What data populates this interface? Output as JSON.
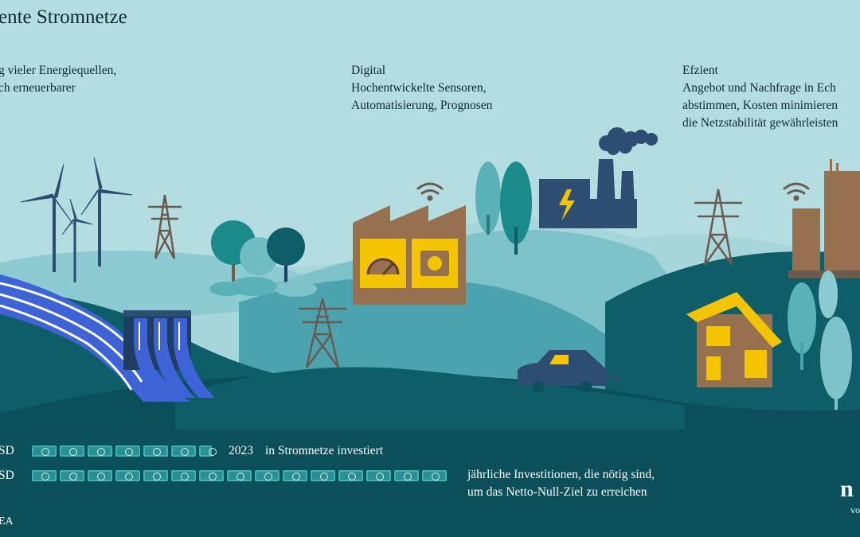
{
  "title": "ente Stromnetze",
  "columns": [
    {
      "lines": [
        "",
        "g vieler Energiequellen,",
        "ch erneuerbarer"
      ]
    },
    {
      "lines": [
        "Digital",
        "Hochentwickelte Sensoren,",
        "Automatisierung, Prognosen"
      ]
    },
    {
      "lines": [
        "Efzient",
        "Angebot und Nachfrage in Ech",
        "abstimmen, Kosten minimieren",
        "die Netzstabilität gewährleisten"
      ]
    }
  ],
  "investment": [
    {
      "unit": "SD",
      "year": "2023",
      "text": "in Stromnetze investiert",
      "notes": 7
    },
    {
      "unit": "SD",
      "year": "",
      "text": "jährliche Investitionen, die nötig sind,",
      "text2": "um das Netto-Null-Ziel zu erreichen",
      "notes": 15
    }
  ],
  "source": "EA",
  "logo": {
    "mark": "n",
    "sub": "vo"
  },
  "colors": {
    "sky": "#b3dde0",
    "hill_light": "#7fc3ca",
    "hill_mid": "#4aa3ae",
    "hill_dark": "#0e5e69",
    "ground": "#0b4f5b",
    "brown": "#96704f",
    "yellow": "#f5c400",
    "navy": "#2e4d72",
    "river": "#3d63d6"
  },
  "icons": [
    "wind-turbine-icon",
    "pylon-icon",
    "tree-icon",
    "factory-icon",
    "power-plant-icon",
    "car-icon",
    "house-icon",
    "building-icon",
    "wifi-icon",
    "banknote-icon",
    "dam-icon",
    "river-icon"
  ]
}
